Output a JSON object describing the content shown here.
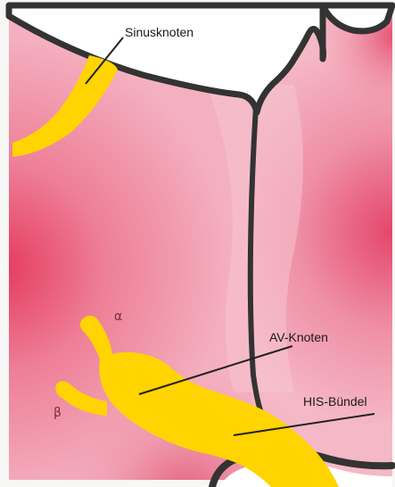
{
  "labels": {
    "sinus_node": "Sinusknoten",
    "av_node": "AV-Knoten",
    "his_bundle": "HIS-Bündel",
    "alpha": "α",
    "beta": "β"
  },
  "colors": {
    "tissue_light": "#f5b8c6",
    "tissue_mid": "#ee8da4",
    "tissue_deep": "#e53a5f",
    "conduction_yellow": "#ffd400",
    "outline": "#333333",
    "cavity_white": "#ffffff"
  }
}
